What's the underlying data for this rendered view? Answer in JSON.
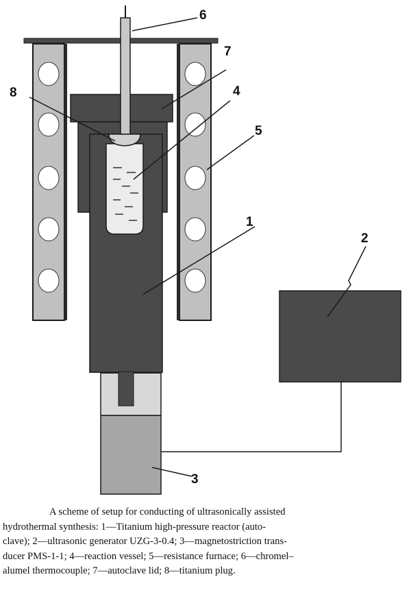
{
  "colors": {
    "dark": "#4a4a4a",
    "furnace": "#c0c0c0",
    "vessel": "#ececec",
    "transducer_top": "#d8d8d8",
    "transducer_bottom": "#a6a6a6",
    "line": "#1a1a1a"
  },
  "callouts": {
    "reactor": "1",
    "generator": "2",
    "transducer": "3",
    "reaction_vessel": "4",
    "furnace": "5",
    "thermocouple": "6",
    "lid": "7",
    "plug": "8"
  },
  "caption": {
    "lines": [
      "A scheme of setup for conducting of ultrasonically assisted",
      "hydrothermal synthesis: 1—Titanium high-pressure reactor (auto-",
      "clave); 2—ultrasonic generator UZG-3-0.4; 3—magnetostriction trans-",
      "ducer PMS-1-1; 4—reaction vessel; 5—resistance furnace; 6—chromel–",
      "alumel thermocouple; 7—autoclave lid; 8—titanium plug."
    ]
  }
}
